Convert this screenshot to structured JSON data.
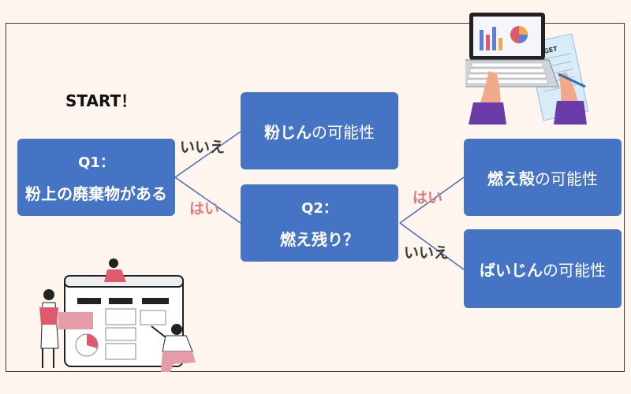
{
  "start_label": "START！",
  "q1": {
    "title": "Q1：",
    "text": "粉上の廃棄物がある"
  },
  "q2": {
    "title": "Q2：",
    "text": "燃え残り？"
  },
  "results": {
    "r1": {
      "bold": "粉じん",
      "thin": "の可能性"
    },
    "r2": {
      "bold": "燃え殻",
      "thin": "の可能性"
    },
    "r3": {
      "bold": "ばいじん",
      "thin": "の可能性"
    }
  },
  "edges": {
    "q1_no": "いいえ",
    "q1_yes": "はい",
    "q2_yes": "はい",
    "q2_no": "いいえ"
  },
  "laptop_label": "DGET",
  "colors": {
    "box": "#4574c4",
    "background": "#fdf5ee",
    "yes_label": "#e07880",
    "no_label": "#3a3a3a"
  }
}
